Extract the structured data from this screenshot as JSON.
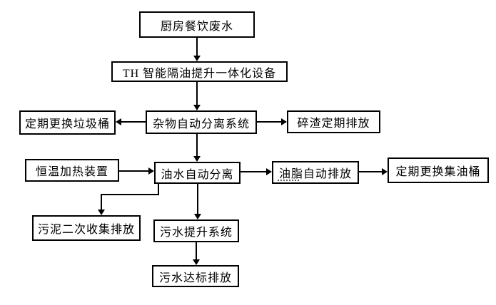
{
  "diagram": {
    "nodes": [
      {
        "id": "kitchen-wastewater",
        "label": "厨房餐饮废水"
      },
      {
        "id": "th-integrated-device",
        "label": "TH 智能隔油提升一体化设备"
      },
      {
        "id": "debris-auto-separation",
        "label": "杂物自动分离系统"
      },
      {
        "id": "replace-trash-bin",
        "label": "定期更换垃圾桶"
      },
      {
        "id": "residue-discharge",
        "label": "碎渣定期排放"
      },
      {
        "id": "thermo-heating-device",
        "label": "恒温加热装置"
      },
      {
        "id": "oil-water-separation",
        "label": "油水自动分离"
      },
      {
        "id": "grease-auto-discharge",
        "label": "油脂自动排放"
      },
      {
        "id": "replace-oil-barrel",
        "label": "定期更换集油桶"
      },
      {
        "id": "sludge-secondary-collection",
        "label": "污泥二次收集排放"
      },
      {
        "id": "sewage-lift-system",
        "label": "污水提升系统"
      },
      {
        "id": "sewage-standard-discharge",
        "label": "污水达标排放"
      }
    ],
    "edges": [
      {
        "from": "厨房餐饮废水",
        "to": "TH 智能隔油提升一体化设备"
      },
      {
        "from": "TH 智能隔油提升一体化设备",
        "to": "杂物自动分离系统"
      },
      {
        "from": "杂物自动分离系统",
        "to": "定期更换垃圾桶"
      },
      {
        "from": "杂物自动分离系统",
        "to": "碎渣定期排放"
      },
      {
        "from": "杂物自动分离系统",
        "to": "油水自动分离"
      },
      {
        "from": "恒温加热装置",
        "to": "油水自动分离"
      },
      {
        "from": "油水自动分离",
        "to": "油脂自动排放"
      },
      {
        "from": "油脂自动排放",
        "to": "定期更换集油桶"
      },
      {
        "from": "油水自动分离",
        "to": "污泥二次收集排放"
      },
      {
        "from": "油水自动分离",
        "to": "污水提升系统"
      },
      {
        "from": "污水提升系统",
        "to": "污水达标排放"
      }
    ],
    "colors": {
      "background": "#ffffff",
      "box_fill": "#ffffff",
      "box_border": "#000000",
      "text": "#000000",
      "spellcheck_dots": "#595959"
    }
  }
}
